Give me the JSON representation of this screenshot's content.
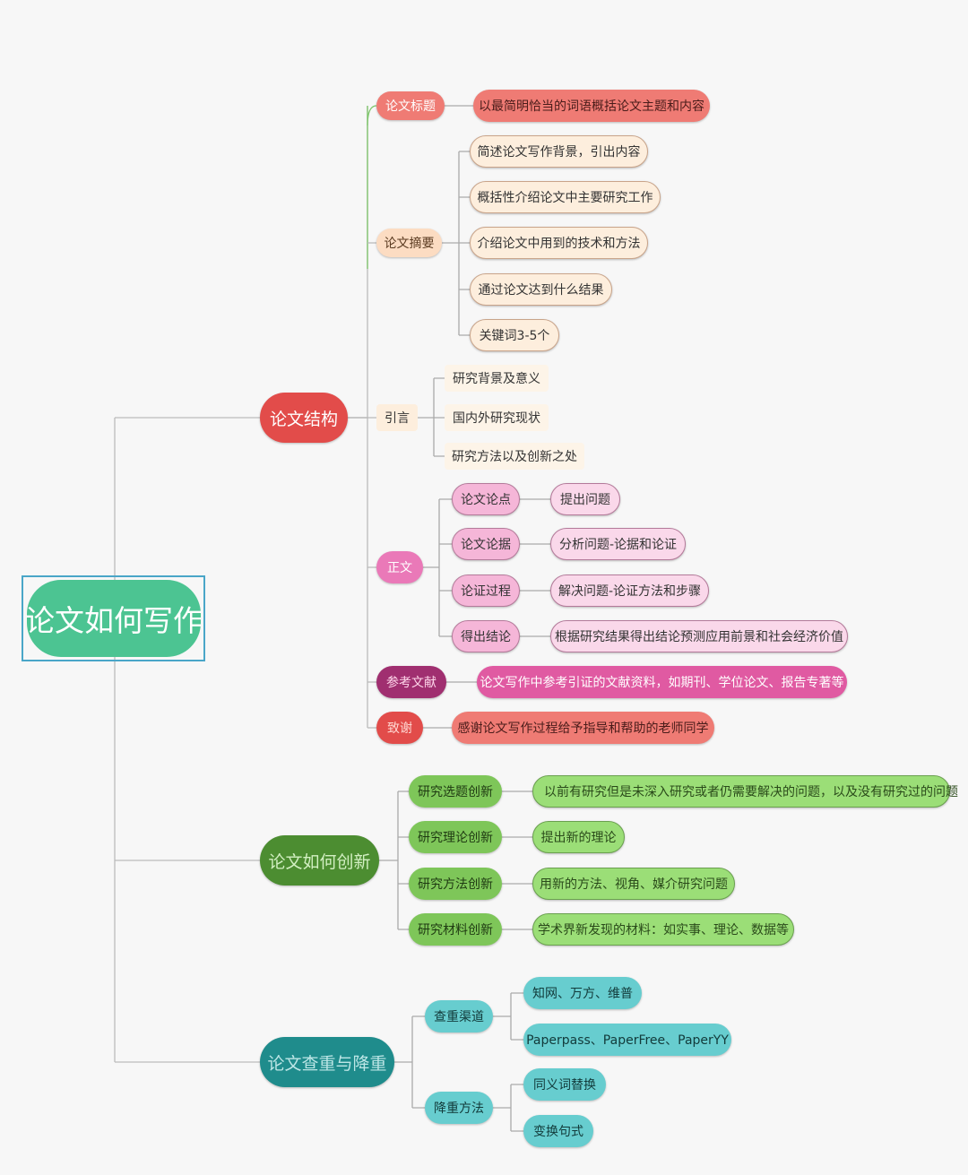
{
  "root": "论文如何写作",
  "structure": {
    "label": "论文结构",
    "title": {
      "label": "论文标题",
      "desc": "以最简明恰当的词语概括论文主题和内容"
    },
    "abstract": {
      "label": "论文摘要",
      "items": [
        "简述论文写作背景，引出内容",
        "概括性介绍论文中主要研究工作",
        "介绍论文中用到的技术和方法",
        "通过论文达到什么结果",
        "关键词3-5个"
      ]
    },
    "intro": {
      "label": "引言",
      "items": [
        "研究背景及意义",
        "国内外研究现状",
        "研究方法以及创新之处"
      ]
    },
    "body": {
      "label": "正文",
      "items": [
        {
          "label": "论文论点",
          "desc": "提出问题"
        },
        {
          "label": "论文论据",
          "desc": "分析问题-论据和论证"
        },
        {
          "label": "论证过程",
          "desc": "解决问题-论证方法和步骤"
        },
        {
          "label": "得出结论",
          "desc": "根据研究结果得出结论预测应用前景和社会经济价值"
        }
      ]
    },
    "refs": {
      "label": "参考文献",
      "desc": "论文写作中参考引证的文献资料，如期刊、学位论文、报告专著等"
    },
    "thanks": {
      "label": "致谢",
      "desc": "感谢论文写作过程给予指导和帮助的老师同学"
    }
  },
  "innovation": {
    "label": "论文如何创新",
    "items": [
      {
        "label": "研究选题创新",
        "desc": "以前有研究但是未深入研究或者仍需要解决的问题，以及没有研究过的问题"
      },
      {
        "label": "研究理论创新",
        "desc": "提出新的理论"
      },
      {
        "label": "研究方法创新",
        "desc": "用新的方法、视角、媒介研究问题"
      },
      {
        "label": "研究材料创新",
        "desc": "学术界新发现的材料：如实事、理论、数据等"
      }
    ]
  },
  "plagiarism": {
    "label": "论文查重与降重",
    "channels": {
      "label": "查重渠道",
      "items": [
        "知网、万方、维普",
        "Paperpass、PaperFree、PaperYY"
      ]
    },
    "methods": {
      "label": "降重方法",
      "items": [
        "同义词替换",
        "变换句式"
      ]
    }
  },
  "colors": {
    "background": "#f7f7f7",
    "root": "#4cc492",
    "structure": "#e24c4a",
    "title_node": "#ef7b74",
    "abstract_node": "#fcdcc2",
    "intro_node": "#fdeedd",
    "body_node": "#ea79b8",
    "body_child": "#f5b6d8",
    "body_desc": "#fad8ea",
    "refs_node": "#a02f70",
    "refs_desc": "#e05aa2",
    "thanks_node": "#e24c4a",
    "thanks_desc": "#ef7b74",
    "innovation": "#4c8d31",
    "innovation_child": "#7ec659",
    "innovation_desc": "#9bde77",
    "plagiarism": "#1f8c8c",
    "plagiarism_child": "#67cdcf"
  }
}
